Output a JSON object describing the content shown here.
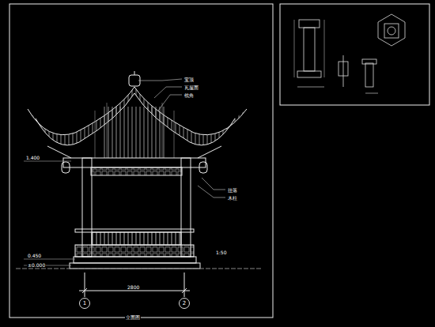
{
  "diagram": {
    "nodes": [
      {
        "text": [
          "1"
        ]
      },
      {
        "text": [
          "2"
        ]
      }
    ],
    "labels": [
      "宝顶",
      "瓦屋面",
      "戗角",
      "1.400",
      "挂落",
      "木柱",
      "0.450",
      "±0.000",
      "2800",
      "1:50",
      "立面图"
    ]
  }
}
